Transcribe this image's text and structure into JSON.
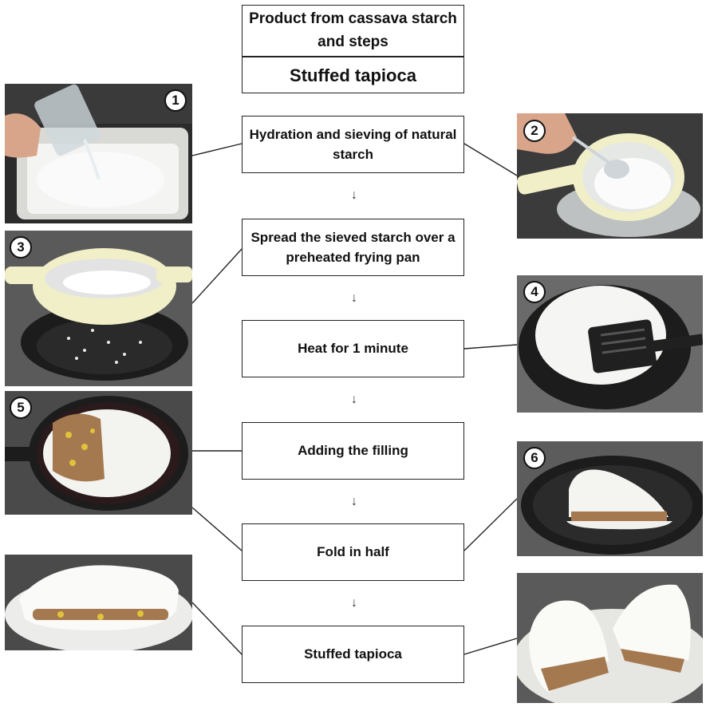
{
  "header": {
    "title": "Product from cassava starch and steps",
    "product": "Stuffed tapioca"
  },
  "steps": [
    "Hydration and sieving of natural starch",
    "Spread the sieved starch over a preheated frying pan",
    "Heat for 1 minute",
    "Adding the filling",
    "Fold in half",
    "Stuffed tapioca"
  ],
  "arrow_glyph": "↓",
  "photos": [
    {
      "badge": "1",
      "subject": "water-pour-into-starch-photo"
    },
    {
      "badge": "2",
      "subject": "sieve-over-bowl-photo"
    },
    {
      "badge": "3",
      "subject": "sieving-onto-pan-photo"
    },
    {
      "badge": "4",
      "subject": "heating-with-spatula-photo"
    },
    {
      "badge": "5",
      "subject": "filling-added-photo"
    },
    {
      "badge": "6",
      "subject": "folded-in-pan-photo"
    },
    {
      "badge": "",
      "subject": "tapioca-on-plate-photo"
    },
    {
      "badge": "",
      "subject": "tapioca-cut-halves-photo"
    }
  ],
  "colors": {
    "pan": "#1c1c1c",
    "starch": "#f2f2f0",
    "sieve": "#f1efc8",
    "filling": "#a5794f"
  }
}
